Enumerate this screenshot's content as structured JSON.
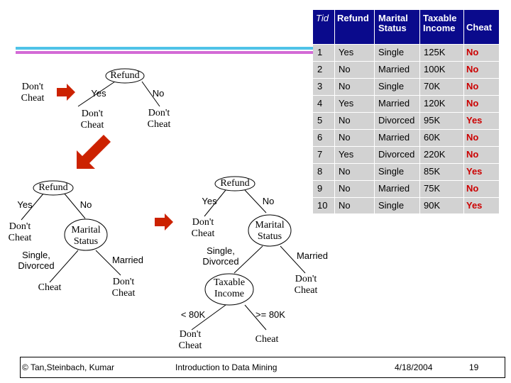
{
  "colors": {
    "accent_arrow": "#cc2200",
    "table_header_bg": "#0a0a8c",
    "table_body_bg": "#d2d2d2",
    "cheat_text": "#cc0000",
    "stripe_1": "#4fc3e8",
    "stripe_2": "#d36ad6"
  },
  "icons": {
    "step_arrow": "red-curved-arrow-icon",
    "down_arrow": "red-down-left-arrow-icon"
  },
  "tree1": {
    "root": "Refund",
    "left_leaf": "Don't Cheat"
  },
  "tree2": {
    "root": "Refund",
    "yes": "Yes",
    "no": "No",
    "left": "Don't Cheat",
    "right": "Don't Cheat"
  },
  "tree3": {
    "root": "Refund",
    "yes": "Yes",
    "no": "No",
    "left_leaf": "Don't Cheat",
    "marital": "Marital Status",
    "single": "Single, Divorced",
    "married": "Married",
    "cheat": "Cheat",
    "married_leaf": "Don't Cheat"
  },
  "tree4": {
    "root": "Refund",
    "yes": "Yes",
    "no": "No",
    "left_leaf": "Don't Cheat",
    "marital": "Marital Status",
    "single": "Single, Divorced",
    "married": "Married",
    "income": "Taxable Income",
    "married_leaf": "Don't Cheat",
    "lt": "< 80K",
    "ge": ">= 80K",
    "lt_leaf": "Don't Cheat",
    "ge_leaf": "Cheat"
  },
  "table": {
    "headers": [
      "Tid",
      "Refund",
      "Marital Status",
      "Taxable Income",
      "Cheat"
    ],
    "rows": [
      [
        "1",
        "Yes",
        "Single",
        "125K",
        "No"
      ],
      [
        "2",
        "No",
        "Married",
        "100K",
        "No"
      ],
      [
        "3",
        "No",
        "Single",
        "70K",
        "No"
      ],
      [
        "4",
        "Yes",
        "Married",
        "120K",
        "No"
      ],
      [
        "5",
        "No",
        "Divorced",
        "95K",
        "Yes"
      ],
      [
        "6",
        "No",
        "Married",
        "60K",
        "No"
      ],
      [
        "7",
        "Yes",
        "Divorced",
        "220K",
        "No"
      ],
      [
        "8",
        "No",
        "Single",
        "85K",
        "Yes"
      ],
      [
        "9",
        "No",
        "Married",
        "75K",
        "No"
      ],
      [
        "10",
        "No",
        "Single",
        "90K",
        "Yes"
      ]
    ]
  },
  "footer": {
    "copyright": "© Tan,Steinbach, Kumar",
    "course": "Introduction to Data Mining",
    "date": "4/18/2004",
    "page": "19"
  }
}
